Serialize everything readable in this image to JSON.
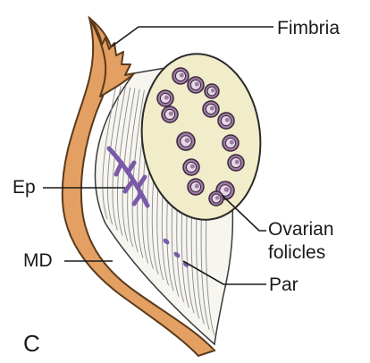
{
  "labels": {
    "fimbria": "Fimbria",
    "ovarian_line1": "Ovarian",
    "ovarian_line2": "folicles",
    "par": "Par",
    "ep": "Ep",
    "md": "MD",
    "panel": "C"
  },
  "colors": {
    "duct": "#e3a062",
    "duct_outline": "#5a3a1c",
    "mesovarium": "#f6f5f0",
    "ovary": "#f1ecc9",
    "follicle_outer": "#a07aa3",
    "follicle_inner": "#e6d9e8",
    "epoophoron": "#7a5aa8",
    "leader_line": "#1a1a1a"
  }
}
